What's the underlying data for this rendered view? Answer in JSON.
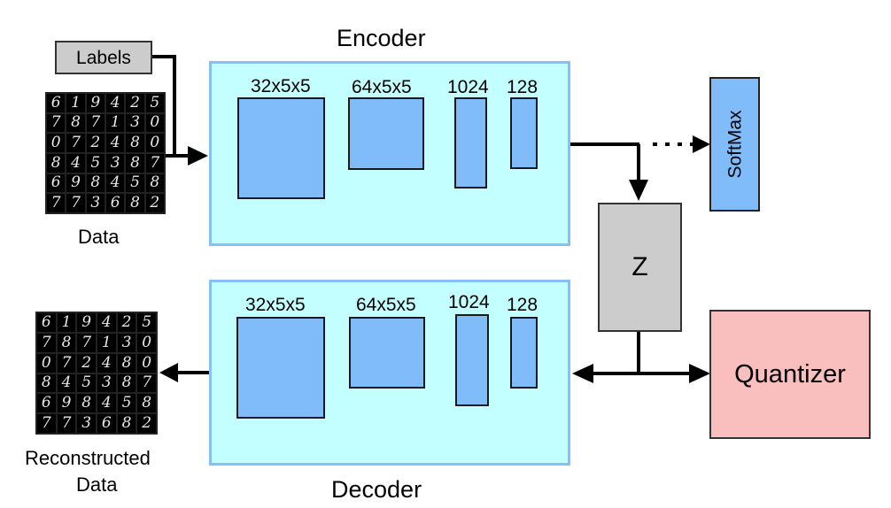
{
  "labels_box": {
    "text": "Labels",
    "color": "#cccccc"
  },
  "input_data": {
    "caption": "Data",
    "digits": [
      [
        "6",
        "1",
        "9",
        "4",
        "2",
        "5"
      ],
      [
        "7",
        "8",
        "7",
        "1",
        "3",
        "0"
      ],
      [
        "0",
        "7",
        "2",
        "4",
        "8",
        "0"
      ],
      [
        "8",
        "4",
        "5",
        "3",
        "8",
        "7"
      ],
      [
        "6",
        "9",
        "8",
        "4",
        "5",
        "8"
      ],
      [
        "7",
        "7",
        "3",
        "6",
        "8",
        "2"
      ]
    ]
  },
  "encoder": {
    "title": "Encoder",
    "color": "#c4ffff",
    "border_color": "#86c0f8",
    "layers": [
      {
        "label": "32x5x5"
      },
      {
        "label": "64x5x5"
      },
      {
        "label": "1024"
      },
      {
        "label": "128"
      }
    ]
  },
  "softmax": {
    "text": "SoftMax",
    "color": "#80bcfa"
  },
  "latent": {
    "text": "Z",
    "color": "#cccccc"
  },
  "quantizer": {
    "text": "Quantizer",
    "color": "#f9bfbf"
  },
  "decoder": {
    "title": "Decoder",
    "color": "#c4ffff",
    "border_color": "#86c0f8",
    "layers": [
      {
        "label": "32x5x5"
      },
      {
        "label": "64x5x5"
      },
      {
        "label": "1024"
      },
      {
        "label": "128"
      }
    ]
  },
  "output_data": {
    "caption_line1": "Reconstructed",
    "caption_line2": "Data",
    "digits": [
      [
        "6",
        "1",
        "9",
        "4",
        "2",
        "5"
      ],
      [
        "7",
        "8",
        "7",
        "1",
        "3",
        "0"
      ],
      [
        "0",
        "7",
        "2",
        "4",
        "8",
        "0"
      ],
      [
        "8",
        "4",
        "5",
        "3",
        "8",
        "7"
      ],
      [
        "6",
        "9",
        "8",
        "4",
        "5",
        "8"
      ],
      [
        "7",
        "7",
        "3",
        "6",
        "8",
        "2"
      ]
    ]
  },
  "connections": [
    {
      "from": "labels",
      "to": "encoder",
      "style": "solid"
    },
    {
      "from": "data",
      "to": "encoder",
      "style": "solid"
    },
    {
      "from": "encoder",
      "to": "softmax",
      "style": "dotted"
    },
    {
      "from": "encoder",
      "to": "z",
      "style": "solid"
    },
    {
      "from": "z",
      "to": "quantizer",
      "style": "solid"
    },
    {
      "from": "z",
      "to": "decoder",
      "style": "solid"
    },
    {
      "from": "decoder",
      "to": "reconstructed-data",
      "style": "solid"
    }
  ]
}
